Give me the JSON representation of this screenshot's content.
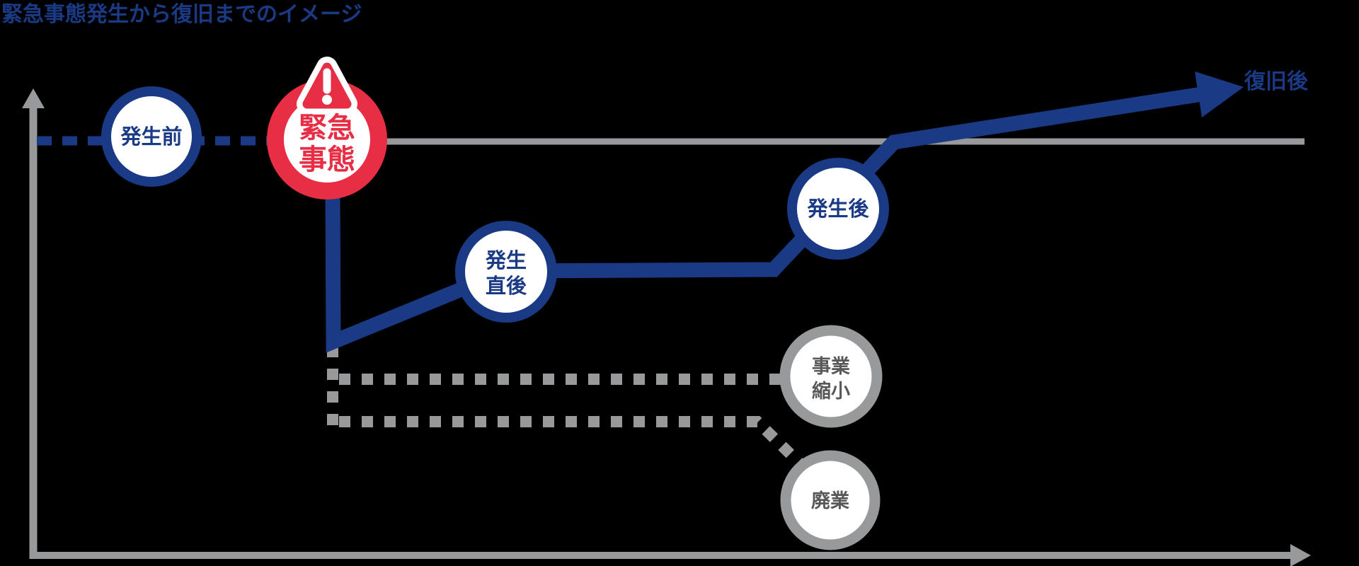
{
  "title": "緊急事態発生から復旧までのイメージ",
  "colors": {
    "navy": "#1A3A85",
    "red": "#E82E45",
    "gray": "#97999B",
    "label_gray": "#595757",
    "white": "#FFFFFF",
    "background": "#000000"
  },
  "nodes": {
    "before": {
      "label": "発生前"
    },
    "emergency": {
      "line1": "緊急",
      "line2": "事態"
    },
    "just_after": {
      "line1": "発生",
      "line2": "直後"
    },
    "after": {
      "label": "発生後"
    },
    "recovery": {
      "label": "復旧後"
    },
    "downsizing": {
      "line1": "事業",
      "line2": "縮小"
    },
    "closure": {
      "label": "廃業"
    }
  }
}
